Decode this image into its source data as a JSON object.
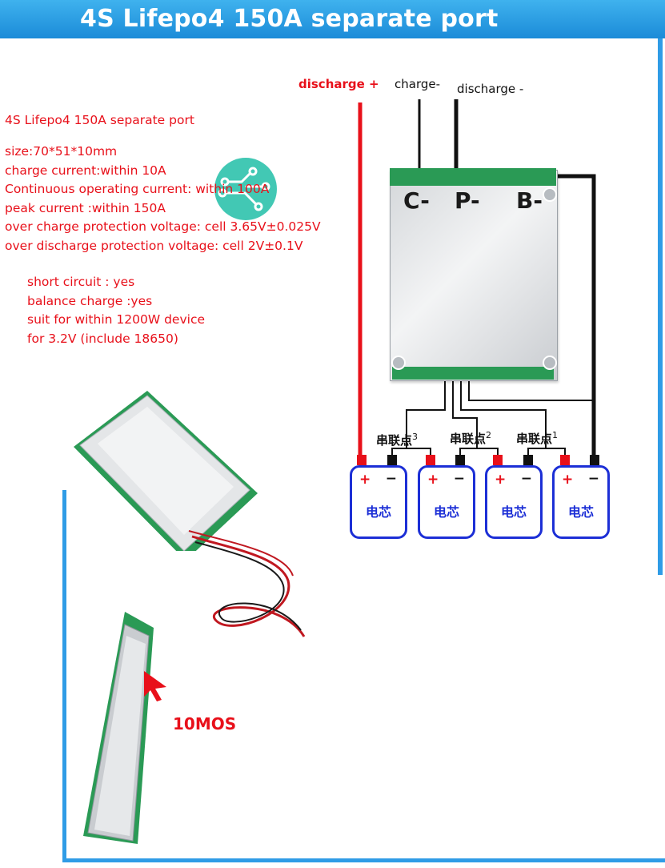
{
  "banner": {
    "title": "4S Lifepo4 150A separate port"
  },
  "specs": {
    "title": "4S Lifepo4 150A separate port",
    "items": [
      "size:70*51*10mm",
      "charge current:within 10A",
      "Continuous operating current: within 100A",
      "peak current :within 150A",
      "over charge protection voltage: cell 3.65V±0.025V",
      "over discharge protection voltage: cell 2V±0.1V"
    ],
    "features": [
      "short circuit : yes",
      "balance charge :yes",
      "suit for within 1200W device",
      "for 3.2V (include 18650)"
    ]
  },
  "wiring": {
    "discharge_plus": "discharge +",
    "charge_minus": "charge-",
    "discharge_minus": "discharge -",
    "pads": [
      "C-",
      "P-",
      "B-"
    ],
    "nodes": [
      {
        "text": "串联点",
        "num": "3"
      },
      {
        "text": "串联点",
        "num": "2"
      },
      {
        "text": "串联点",
        "num": "1"
      }
    ],
    "cells": [
      {
        "plus": "+",
        "minus": "−",
        "name": "电芯"
      },
      {
        "plus": "+",
        "minus": "−",
        "name": "电芯"
      },
      {
        "plus": "+",
        "minus": "−",
        "name": "电芯"
      },
      {
        "plus": "+",
        "minus": "−",
        "name": "电芯"
      }
    ]
  },
  "photo": {
    "mos_label": "10MOS"
  },
  "colors": {
    "banner": "#1b8bd8",
    "text_red": "#e8101a",
    "cell_blue": "#1c2fd6",
    "board_green": "#2a9a55"
  }
}
